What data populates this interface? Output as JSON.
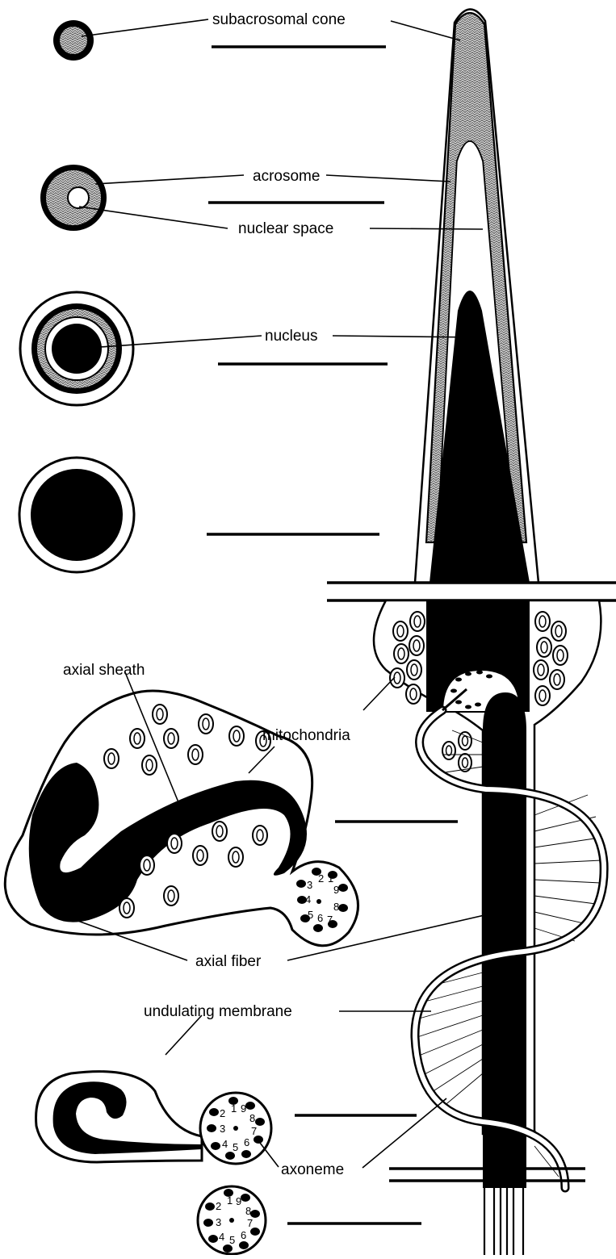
{
  "labels": {
    "subacrosomal_cone": "subacrosomal cone",
    "acrosome": "acrosome",
    "nuclear_space": "nuclear space",
    "nucleus": "nucleus",
    "axial_sheath": "axial sheath",
    "mitochondria": "mitochondria",
    "axial_fiber": "axial fiber",
    "undulating_membrane": "undulating membrane",
    "axoneme": "axoneme"
  },
  "axoneme_numbers": [
    "1",
    "2",
    "3",
    "4",
    "5",
    "6",
    "7",
    "8",
    "9"
  ],
  "colors": {
    "ink": "#000000",
    "paper": "#ffffff",
    "acrosome_fill": "#6e6e6e"
  }
}
